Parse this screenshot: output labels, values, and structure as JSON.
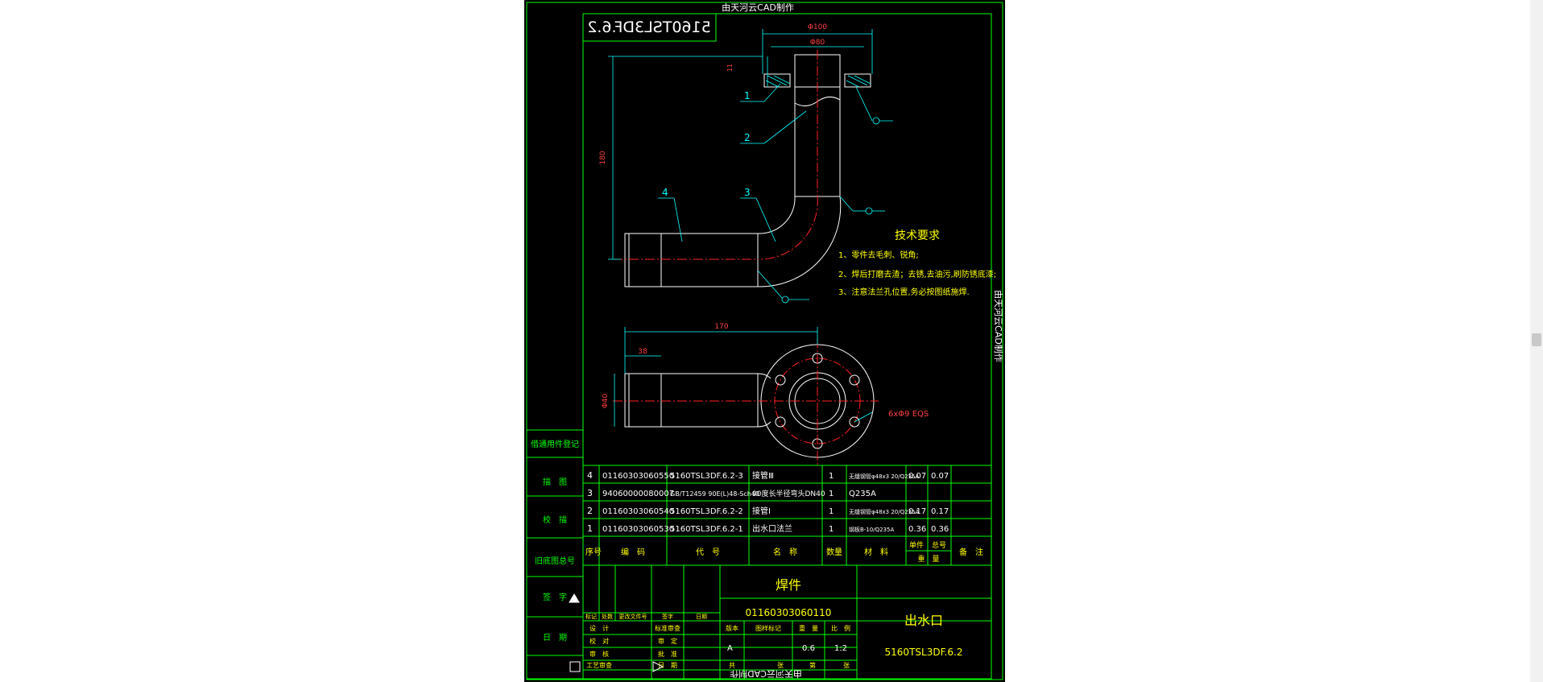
{
  "watermark": "由天河云CAD制作",
  "drawing_code_mirrored": "5160TSL3DF.6.2",
  "dimensions": {
    "d100": "Φ100",
    "d80": "Φ80",
    "h11": "11",
    "h180": "180",
    "w170": "170",
    "w38": "38",
    "dn40": "Φ40",
    "holes": "6xΦ9 EQS"
  },
  "balloons": [
    "1",
    "2",
    "3",
    "4"
  ],
  "tech_req": {
    "title": "技术要求",
    "items": [
      "1、零件去毛刺、锐角;",
      "2、焊后打磨去渣；去锈,去油污,刷防锈底漆;",
      "3、注意法兰孔位置,务必按图纸施焊."
    ]
  },
  "left_column": [
    "借通用件登记",
    "描　图",
    "校　描",
    "旧底图总号",
    "签　字",
    "日　期"
  ],
  "bom_rows": [
    {
      "no": "4",
      "code": "01160303060550",
      "drawing": "5160TSL3DF.6.2-3",
      "name": "接管Ⅲ",
      "qty": "1",
      "material": "无缝钢管φ48x3 20/Q235A",
      "unit": "0.07",
      "total": "0.07"
    },
    {
      "no": "3",
      "code": "94060000080007",
      "drawing": "GB/T12459  90E(L)48-Sch40",
      "name": "90度长半径弯头DN40",
      "qty": "1",
      "material": "Q235A",
      "unit": "",
      "total": ""
    },
    {
      "no": "2",
      "code": "01160303060540",
      "drawing": "5160TSL3DF.6.2-2",
      "name": "接管Ⅰ",
      "qty": "1",
      "material": "无缝钢管φ48x3 20/Q235A",
      "unit": "0.17",
      "total": "0.17"
    },
    {
      "no": "1",
      "code": "01160303060530",
      "drawing": "5160TSL3DF.6.2-1",
      "name": "出水口法兰",
      "qty": "1",
      "material": "钢板B-10/Q235A",
      "unit": "0.36",
      "total": "0.36"
    }
  ],
  "bom_header": {
    "no": "序号",
    "code": "编　码",
    "drawing": "代　号",
    "name": "名　称",
    "qty": "数量",
    "material": "材　料",
    "unit": "单件",
    "total": "总号",
    "weight": "重　量",
    "remark": "备　注"
  },
  "title_block": {
    "type": "焊件",
    "code": "01160303060110",
    "name": "出水口",
    "drawing_no": "5160TSL3DF.6.2",
    "rev_headers": [
      "标记",
      "处数",
      "更改文件号",
      "签字",
      "日期"
    ],
    "roles_left": [
      "设　计",
      "校　对",
      "审　核",
      "工艺审查"
    ],
    "roles_right": [
      "标准审查",
      "审　定",
      "批　准",
      "日　期"
    ],
    "stage_label": "版本",
    "mark_label": "图样标记",
    "weight_label": "重　量",
    "scale_label": "比　例",
    "stage": "A",
    "weight": "0.6",
    "scale": "1:2",
    "sheets_total_label": "共",
    "sheet_label": "张",
    "page_label": "第",
    "page_unit": "张"
  }
}
